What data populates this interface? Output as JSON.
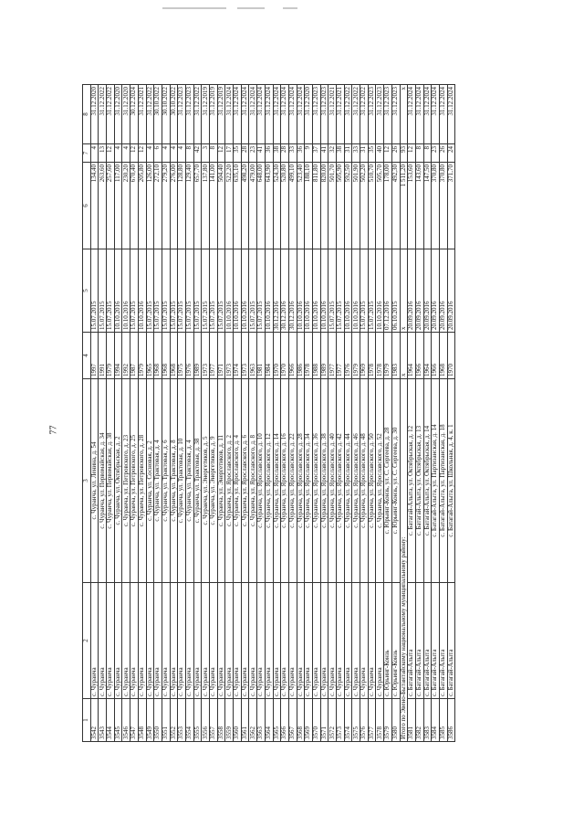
{
  "page_number": "77",
  "columns": [
    "1",
    "2",
    "3",
    "4",
    "5",
    "6",
    "7",
    "8"
  ],
  "rows": [
    [
      "3542",
      "с. Чуранча",
      "с. Чуранча, ул. Ленина, д. 54",
      "1997",
      "15.07.2015",
      "134,40",
      "4",
      "31.12.2020"
    ],
    [
      "3543",
      "с. Чуранча",
      "с. Чуранча, ул. Первомайская, д. 34",
      "1991",
      "15.07.2015",
      "263,60",
      "13",
      "31.12.2022"
    ],
    [
      "3544",
      "с. Чуранча",
      "с. Чуранча, ул. Первомайская, д. 38",
      "1979",
      "15.07.2015",
      "257,60",
      "12",
      "31.12.2022"
    ],
    [
      "3545",
      "с. Чуранча",
      "с. Чуранча, ул. Октябрьская, д. 2",
      "1994",
      "10.10.2016",
      "117,00",
      "4",
      "31.12.2020"
    ],
    [
      "3546",
      "с. Чуранча",
      "с. Чуранча, ул. Петровского, д. 23",
      "1992",
      "10.10.2016",
      "230,20",
      "4",
      "31.12.2020"
    ],
    [
      "3547",
      "с. Чуранча",
      "с. Чуранча, ул. Петровского, д. 25",
      "1987",
      "15.07.2015",
      "670,40",
      "12",
      "30.12.2024"
    ],
    [
      "3548",
      "с. Чуранча",
      "с. Чуранча, ул. Петровского, д. 28",
      "1979",
      "10.10.2016",
      "205,80",
      "12",
      "31.12.2021"
    ],
    [
      "3549",
      "с. Чуранча",
      "с. Чуранча, ул. Сосновая, д. 2",
      "1965",
      "15.07.2015",
      "126,00",
      "4",
      "31.12.2022"
    ],
    [
      "3550",
      "с. Чуранча",
      "с. Чуранча, ул. Трактовая, д. 4",
      "1968",
      "15.07.2015",
      "272,10",
      "6",
      "30.10.2022"
    ],
    [
      "3551",
      "с. Чуранча",
      "с. Чуранча, ул. Трактовая, д. 6",
      "1968",
      "15.07.2015",
      "279,20",
      "4",
      "30.10.2022"
    ],
    [
      "3552",
      "с. Чуранча",
      "с. Чуранча, ул. Трактовая, д. 8",
      "1968",
      "15.07.2015",
      "276,00",
      "4",
      "30.10.2022"
    ],
    [
      "3553",
      "с. Чуранча",
      "с. Чуранча, ул. Трактовая, д. 10",
      "1975",
      "15.07.2015",
      "128,80",
      "4",
      "31.12.2023"
    ],
    [
      "3554",
      "с. Чуранча",
      "с. Чуранча, ул. Трактовая, д. 4",
      "1976",
      "15.07.2015",
      "129,40",
      "8",
      "31.12.2023"
    ],
    [
      "3555",
      "с. Чуранча",
      "с. Чуранча, ул. Трактовая, д. 38",
      "1989",
      "15.07.2015",
      "657,70",
      "42",
      "31.12.2022"
    ],
    [
      "3556",
      "с. Чуранча",
      "с. Чуранча, ул. Энергетиков, д. 5",
      "1973",
      "15.07.2015",
      "137,80",
      "3",
      "31.12.2019"
    ],
    [
      "3557",
      "с. Чуранча",
      "с. Чуранча, ул. Энергетиков, д. 9",
      "1977",
      "15.07.2015",
      "141,00",
      "8",
      "31.12.2019"
    ],
    [
      "3558",
      "с. Чуранча",
      "с. Чуранча, ул. Энергетиков, д. 11",
      "1971",
      "15.07.2015",
      "504,40",
      "12",
      "31.12.2019"
    ],
    [
      "3559",
      "с. Чуранча",
      "с. Чуранча, ул. Ярославского, д. 2",
      "1973",
      "10.10.2016",
      "522,20",
      "17",
      "31.12.2024"
    ],
    [
      "3560",
      "с. Чуранча",
      "с. Чуранча, ул. Ярославского, д. 4",
      "1974",
      "10.10.2016",
      "635,10",
      "35",
      "31.12.2024"
    ],
    [
      "3561",
      "с. Чуранча",
      "с. Чуранча, ул. Ярославского, д. 6",
      "1973",
      "10.10.2016",
      "498,20",
      "28",
      "31.12.2024"
    ],
    [
      "3562",
      "с. Чуранча",
      "с. Чуранча, ул. Ярославского, д. 8",
      "1963",
      "15.07.2015",
      "479,00",
      "23",
      "31.12.2024"
    ],
    [
      "3563",
      "с. Чуранча",
      "с. Чуранча, ул. Ярославского, д. 10",
      "1981",
      "15.07.2015",
      "648,00",
      "41",
      "31.12.2024"
    ],
    [
      "3564",
      "с. Чуранча",
      "с. Чуранча, ул. Ярославского, д. 12",
      "1984",
      "10.10.2016",
      "643,90",
      "36",
      "31.12.2024"
    ],
    [
      "3565",
      "с. Чуранча",
      "с. Чуранча, ул. Ярославского, д. 14",
      "1970",
      "30.12.2016",
      "524,30",
      "38",
      "31.12.2024"
    ],
    [
      "3566",
      "с. Чуранча",
      "с. Чуранча, ул. Ярославского, д. 16",
      "1970",
      "30.12.2016",
      "520,80",
      "28",
      "31.12.2024"
    ],
    [
      "3567",
      "с. Чуранча",
      "с. Чуранча, ул. Ярославского, д. 22",
      "1966",
      "30.12.2016",
      "499,10",
      "33",
      "31.12.2024"
    ],
    [
      "3568",
      "с. Чуранча",
      "с. Чуранча, ул. Ярославского, д. 28",
      "1986",
      "10.10.2016",
      "523,40",
      "36",
      "31.12.2024"
    ],
    [
      "3569",
      "с. Чуранча",
      "с. Чуранча, ул. Ярославского, д. 34",
      "1978",
      "10.10.2016",
      "188,10",
      "9",
      "31.12.2020"
    ],
    [
      "3570",
      "с. Чуранча",
      "с. Чуранча, ул. Ярославского, д. 36",
      "1988",
      "10.10.2016",
      "811,80",
      "37",
      "31.12.2023"
    ],
    [
      "3571",
      "с. Чуранча",
      "с. Чуранча, ул. Ярославского, д. 38",
      "1989",
      "10.10.2016",
      "820,00",
      "41",
      "31.12.2023"
    ],
    [
      "3572",
      "с. Чуранча",
      "с. Чуранча, ул. Ярославского, д. 40",
      "1977",
      "15.07.2015",
      "501,70",
      "32",
      "31.12.2021"
    ],
    [
      "3573",
      "с. Чуранча",
      "с. Чуранча, ул. Ярославского, д. 42",
      "1977",
      "15.07.2015",
      "505,90",
      "38",
      "31.12.2021"
    ],
    [
      "3574",
      "с. Чуранча",
      "с. Чуранча, ул. Ярославского, д. 44",
      "1976",
      "10.10.2016",
      "592,50",
      "31",
      "31.12.2022"
    ],
    [
      "3575",
      "с. Чуранча",
      "с. Чуранча, ул. Ярославского, д. 46",
      "1979",
      "10.10.2016",
      "501,90",
      "33",
      "31.12.2022"
    ],
    [
      "3576",
      "с. Чуранча",
      "с. Чуранча, ул. Ярославского, д. 48",
      "1969",
      "15.07.2015",
      "502,20",
      "31",
      "31.12.2022"
    ],
    [
      "3577",
      "с. Чуранча",
      "с. Чуранча, ул. Ярославского, д. 50",
      "1978",
      "15.07.2015",
      "510,70",
      "35",
      "31.12.2023"
    ],
    [
      "3578",
      "с. Чуранча",
      "с. Чуранча, ул. Ярославского, д. 52",
      "1978",
      "10.10.2016",
      "505,70",
      "40",
      "31.12.2023"
    ],
    [
      "3579",
      "с. Юрьинг-Конзь",
      "с. Юрьинг-Конзь, ул. С. Сергеева, д. 28",
      "1979",
      "07.12.2016",
      "178,00",
      "12",
      "31.12.2023"
    ],
    [
      "3580",
      "с. Юрьинг-Конзь",
      "с. Юрьинг-Конзь, ул. С. Сергеева, д. 30",
      "1983",
      "06.10.2015",
      "492,30",
      "26",
      "31.12.2023"
    ]
  ],
  "subtotal_1": {
    "label": "Итого по Эвено-Бытантайскому национальному муниципальному району:",
    "year": "x",
    "date": "x",
    "area": "1 511,20",
    "units": "93",
    "deadline": "x"
  },
  "rows_2": [
    [
      "3581",
      "с. Батагай-Алыта",
      "с. Батагай-Алыта, ул. Октябрьская, д. 12",
      "1964",
      "20.09.2016",
      "153,60",
      "12",
      "31.12.2024"
    ],
    [
      "3582",
      "с. Батагай-Алыта",
      "с. Батагай-Алыта, ул. Октябрьская, д. 13",
      "1966",
      "20.09.2016",
      "143,60",
      "8",
      "31.12.2024"
    ],
    [
      "3583",
      "с. Батагай-Алыта",
      "с. Батагай-Алыта, ул. Октябрьская, д. 14",
      "1964",
      "20.09.2016",
      "147,50",
      "8",
      "31.12.2024"
    ],
    [
      "3584",
      "с. Батагай-Алыта",
      "с. Батагай-Алыта, ул. Партизанская, д. 14",
      "1966",
      "20.09.2016",
      "370,80",
      "23",
      "31.12.2024"
    ],
    [
      "3585",
      "с. Батагай-Алыта",
      "с. Батагай-Алыта, ул. Партизанская, д. 18",
      "1968",
      "20.09.2016",
      "370,80",
      "26",
      "31.12.2024"
    ],
    [
      "3586",
      "с. Батагай-Алыта",
      "с. Батагай-Алыта, ул. Школьная, д. 4, к. 1",
      "1970",
      "20.09.2016",
      "371,70",
      "24",
      "31.12.2024"
    ]
  ]
}
